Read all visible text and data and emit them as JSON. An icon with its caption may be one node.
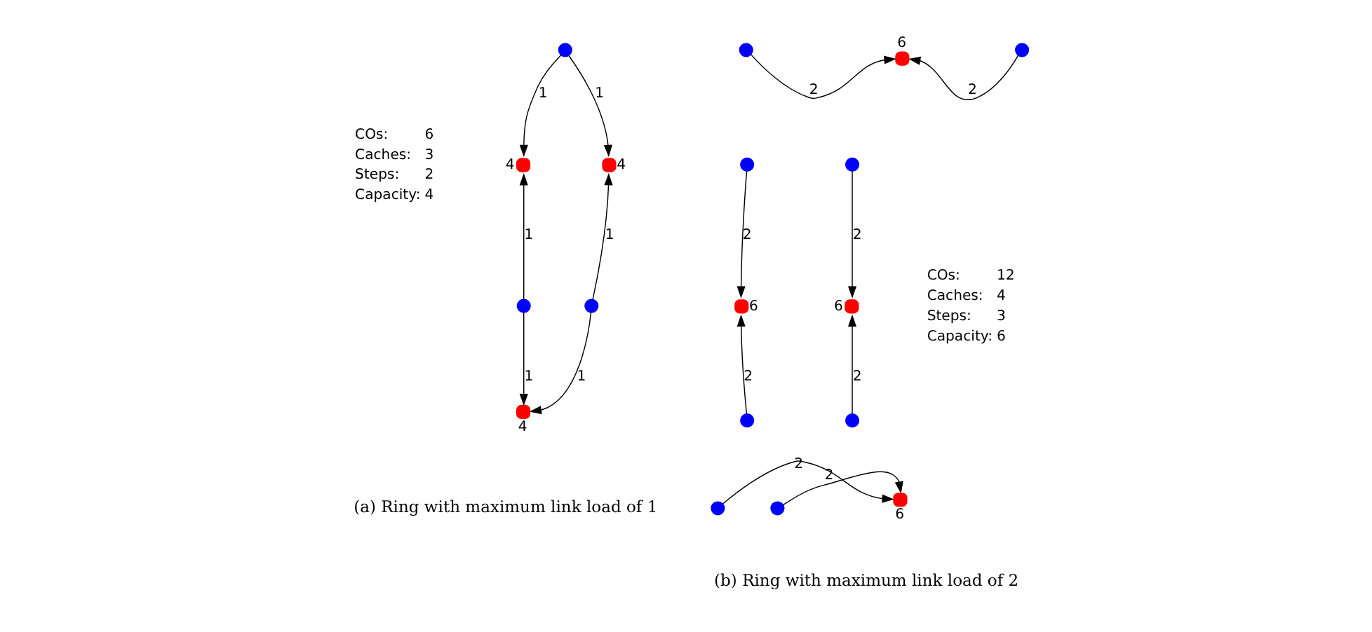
{
  "diagram": {
    "nodes": [
      {
        "text": [],
        "shape": "circle"
      },
      {
        "text": [],
        "shape": "circle",
        "beside": [
          "4"
        ]
      },
      {
        "text": [],
        "shape": "circle",
        "beside": [
          "4"
        ]
      },
      {
        "text": [],
        "shape": "circle"
      },
      {
        "text": [],
        "shape": "circle"
      },
      {
        "text": [],
        "shape": "circle",
        "beside": [
          "4"
        ]
      },
      {
        "text": [],
        "shape": "circle"
      },
      {
        "text": [],
        "shape": "circle",
        "beside": [
          "6"
        ]
      },
      {
        "text": [],
        "shape": "circle"
      },
      {
        "text": [],
        "shape": "circle"
      },
      {
        "text": [],
        "shape": "circle",
        "beside": [
          "6"
        ]
      },
      {
        "text": [],
        "shape": "circle"
      },
      {
        "text": [],
        "shape": "circle"
      },
      {
        "text": [],
        "shape": "circle",
        "beside": [
          "6"
        ]
      },
      {
        "text": [],
        "shape": "circle"
      },
      {
        "text": [],
        "shape": "circle"
      },
      {
        "text": [],
        "shape": "circle",
        "beside": [
          "6"
        ]
      },
      {
        "text": [],
        "shape": "circle"
      }
    ],
    "edges": [
      {
        "from": 0,
        "to": 1,
        "arrow": "to",
        "label": "1"
      },
      {
        "from": 0,
        "to": 2,
        "arrow": "to",
        "label": "1"
      },
      {
        "from": 3,
        "to": 1,
        "arrow": "to",
        "label": "1"
      },
      {
        "from": 4,
        "to": 2,
        "arrow": "to",
        "label": "1"
      },
      {
        "from": 3,
        "to": 5,
        "arrow": "to",
        "label": "1"
      },
      {
        "from": 4,
        "to": 5,
        "arrow": "to",
        "label": "1"
      },
      {
        "from": 6,
        "to": 7,
        "arrow": "to",
        "label": "2"
      },
      {
        "from": 8,
        "to": 7,
        "arrow": "to",
        "label": "2"
      },
      {
        "from": 9,
        "to": 10,
        "arrow": "to",
        "label": "2"
      },
      {
        "from": 11,
        "to": 10,
        "arrow": "to",
        "label": "2"
      },
      {
        "from": 12,
        "to": 13,
        "arrow": "to",
        "label": "2"
      },
      {
        "from": 14,
        "to": 13,
        "arrow": "to",
        "label": "2"
      },
      {
        "from": 15,
        "to": 16,
        "arrow": "to",
        "label": "2"
      },
      {
        "from": 17,
        "to": 16,
        "arrow": "to",
        "label": "2"
      }
    ],
    "labels": [
      "COs:",
      "6",
      "Caches:",
      "3",
      "Steps:",
      "2",
      "Capacity:",
      "4",
      "COs:",
      "12",
      "Caches:",
      "4",
      "Steps:",
      "3",
      "Capacity:",
      "6",
      "(a) Ring with maximum link load of 1",
      "(b) Ring with maximum link load of 2"
    ]
  }
}
